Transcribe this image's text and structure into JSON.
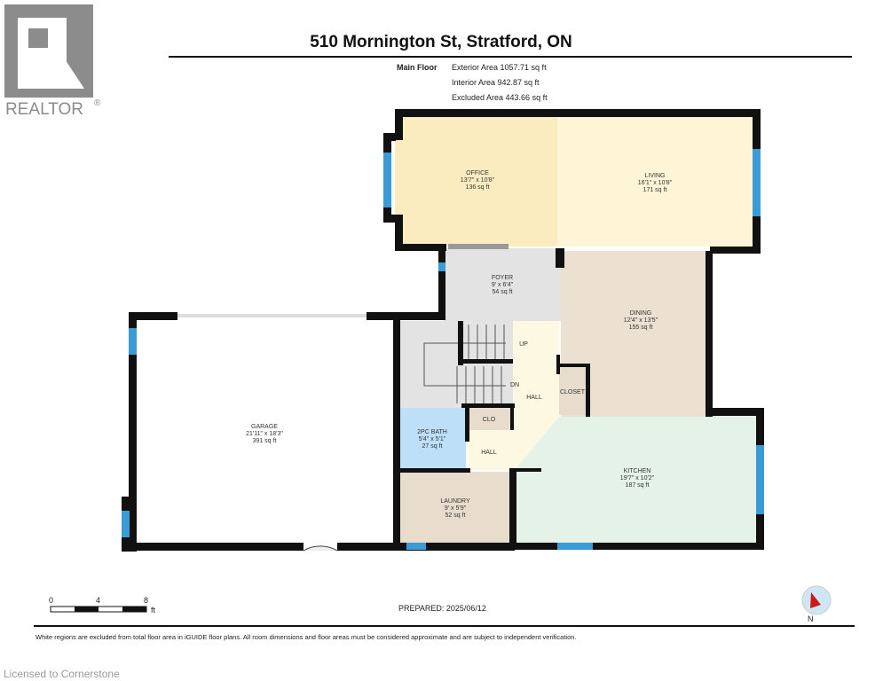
{
  "logo": {
    "text": "REALTOR",
    "mark": "®"
  },
  "title": "510 Mornington St, Stratford, ON",
  "summary": {
    "floor": "Main Floor",
    "exterior": "Exterior Area 1057.71 sq ft",
    "interior": "Interior Area 942.87 sq ft",
    "excluded": "Excluded Area 443.66 sq ft"
  },
  "rooms": {
    "office": {
      "name": "OFFICE",
      "dims": "13'7\" x 10'8\"",
      "area": "136 sq ft"
    },
    "living": {
      "name": "LIVING",
      "dims": "16'1\" x 10'8\"",
      "area": "171 sq ft"
    },
    "foyer": {
      "name": "FOYER",
      "dims": "9' x 6'4\"",
      "area": "54 sq ft"
    },
    "dining": {
      "name": "DINING",
      "dims": "12'4\" x 13'5\"",
      "area": "155 sq ft"
    },
    "garage": {
      "name": "GARAGE",
      "dims": "21'11\" x 18'3\"",
      "area": "391 sq ft"
    },
    "bath": {
      "name": "2PC BATH",
      "dims": "5'4\" x 5'1\"",
      "area": "27 sq ft"
    },
    "laundry": {
      "name": "LAUNDRY",
      "dims": "9' x 5'9\"",
      "area": "52 sq ft"
    },
    "kitchen": {
      "name": "KITCHEN",
      "dims": "19'7\" x 10'2\"",
      "area": "187 sq ft"
    },
    "hall": "HALL",
    "hall2": "HALL",
    "clo": "CLO",
    "closet": "CLOSET",
    "up": "UP",
    "dn": "DN"
  },
  "scale": {
    "t0": "0",
    "t4": "4",
    "t8": "8",
    "unit": "ft"
  },
  "prepared": "PREPARED: 2025/06/12",
  "compass": "N",
  "disclaimer": "White regions are excluded from total floor area in iGUIDE floor plans. All room dimensions and floor areas must be considered approximate and are subject to independent verification.",
  "license": "Licensed to Cornerstone",
  "colors": {
    "window": "#3b9bd6",
    "wall": "#111111"
  }
}
